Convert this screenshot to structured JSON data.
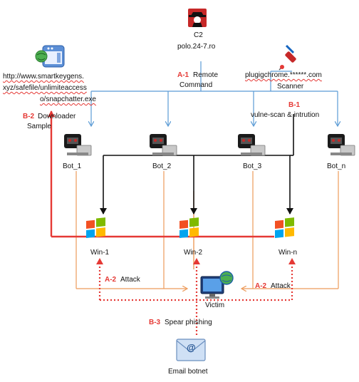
{
  "c2": {
    "label": "C2",
    "domain": "polo.24-7.ro"
  },
  "website": {
    "url_line1": "http://www.smartkeygens.",
    "url_line2": "xyz/safefile/unlimiteaccess",
    "url_line3": "o/snapchatter.exe"
  },
  "scanner": {
    "domain": "plugigchrome.******.com",
    "label": "Scanner"
  },
  "steps": {
    "a1": {
      "code": "A-1",
      "text1": "Remote",
      "text2": "Command"
    },
    "b1": {
      "code": "B-1",
      "text": "vulne-scan & intrution"
    },
    "b2": {
      "code": "B-2",
      "text1": "Downloader",
      "text2": "Sample"
    },
    "a2_left": {
      "code": "A-2",
      "text": "Attack"
    },
    "a2_right": {
      "code": "A-2",
      "text": "Attack"
    },
    "b3": {
      "code": "B-3",
      "text": "Spear phishing"
    }
  },
  "bots": [
    "Bot_1",
    "Bot_2",
    "Bot_3",
    "Bot_n"
  ],
  "windows": [
    "Win-1",
    "Win-2",
    "Win-n"
  ],
  "victim": {
    "label": "Victim"
  },
  "email": {
    "label": "Email botnet"
  },
  "colors": {
    "blue_line": "#5b9bd5",
    "orange_line": "#ed9b5a",
    "red_line": "#e53935",
    "black_line": "#111111"
  }
}
